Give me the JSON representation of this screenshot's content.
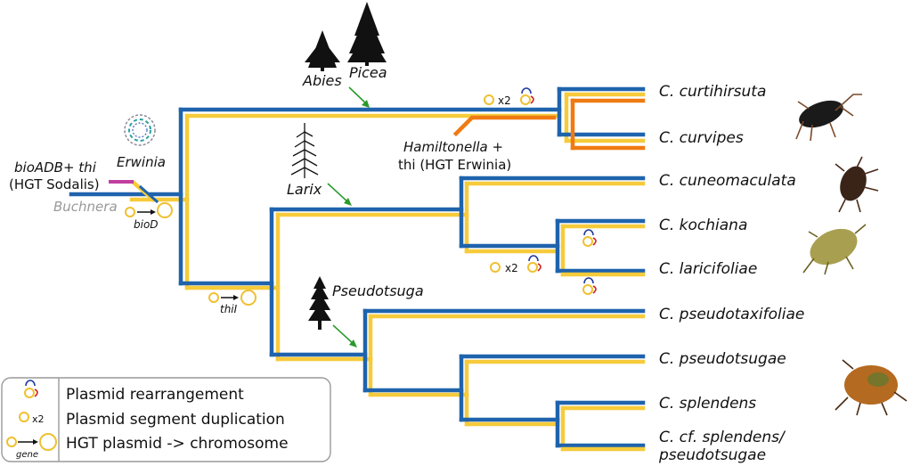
{
  "taxa": [
    "C. curtihirsuta",
    "C. curvipes",
    "C. cuneomaculata",
    "C. kochiana",
    "C. laricifoliae",
    "C. pseudotaxifoliae",
    "C. pseudotsugae",
    "C. splendens",
    "C. cf. splendens/",
    "pseudotsugae"
  ],
  "hosts": {
    "abies": "Abies",
    "picea": "Picea",
    "larix": "Larix",
    "pseudotsuga": "Pseudotsuga"
  },
  "events": {
    "bioadb_1": "bioADB+ thi",
    "bioadb_2": "(HGT Sodalis)",
    "erwinia": "Erwinia",
    "buchnera": "Buchnera",
    "biod": "bioD",
    "thil": "thiI",
    "hamilt_1": "Hamiltonella +",
    "hamilt_2": "thi (HGT Erwinia)",
    "x2_a": "x2",
    "x2_b": "x2"
  },
  "legend": {
    "rearrangement": "Plasmid rearrangement",
    "duplication": "Plasmid segment duplication",
    "duplication_icon": "x2",
    "hgt": "HGT plasmid -> chromosome",
    "hgt_icon": "gene"
  },
  "colors": {
    "buchnera": "#1f63ad",
    "plasmid": "#f6cb3b",
    "hamiltonella": "#f07a12",
    "sodalis": "#c040a0",
    "host_arrow": "#2a9a2a"
  }
}
